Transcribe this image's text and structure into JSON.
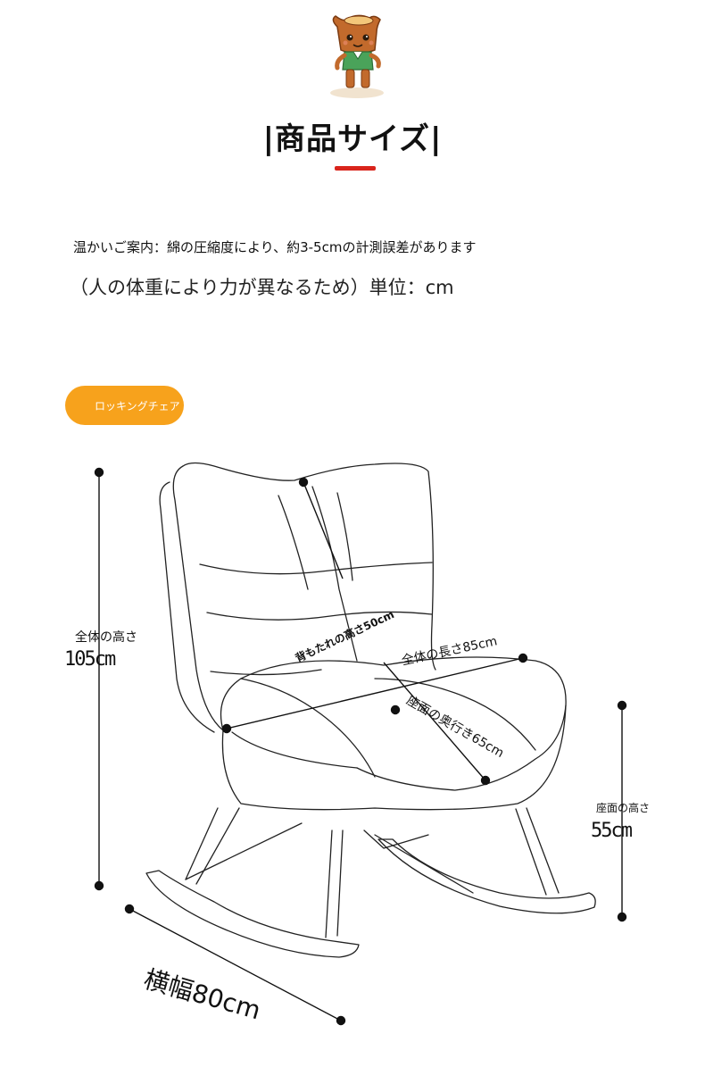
{
  "header": {
    "title": "|商品サイズ|",
    "accent_color": "#d9241c"
  },
  "notice": {
    "line1": "温かいご案内：綿の圧縮度により、約3-5cmの計測誤差があります",
    "line2": "（人の体重により力が異なるため）単位：cm"
  },
  "product_tag": {
    "label": "ロッキングチェア",
    "color": "#f7a21c"
  },
  "dimensions": {
    "total_height_label": "全体の高さ",
    "total_height_value": "105cm",
    "backrest_height": "背もたれの高さ50cm",
    "total_length": "全体の長さ85cm",
    "seat_depth": "座面の奥行き65cm",
    "seat_height_label": "座面の高さ",
    "seat_height_value": "55cm",
    "width": "横幅80cm"
  },
  "icons": [
    "mascot-icon",
    "rocking-chair-illustration"
  ]
}
